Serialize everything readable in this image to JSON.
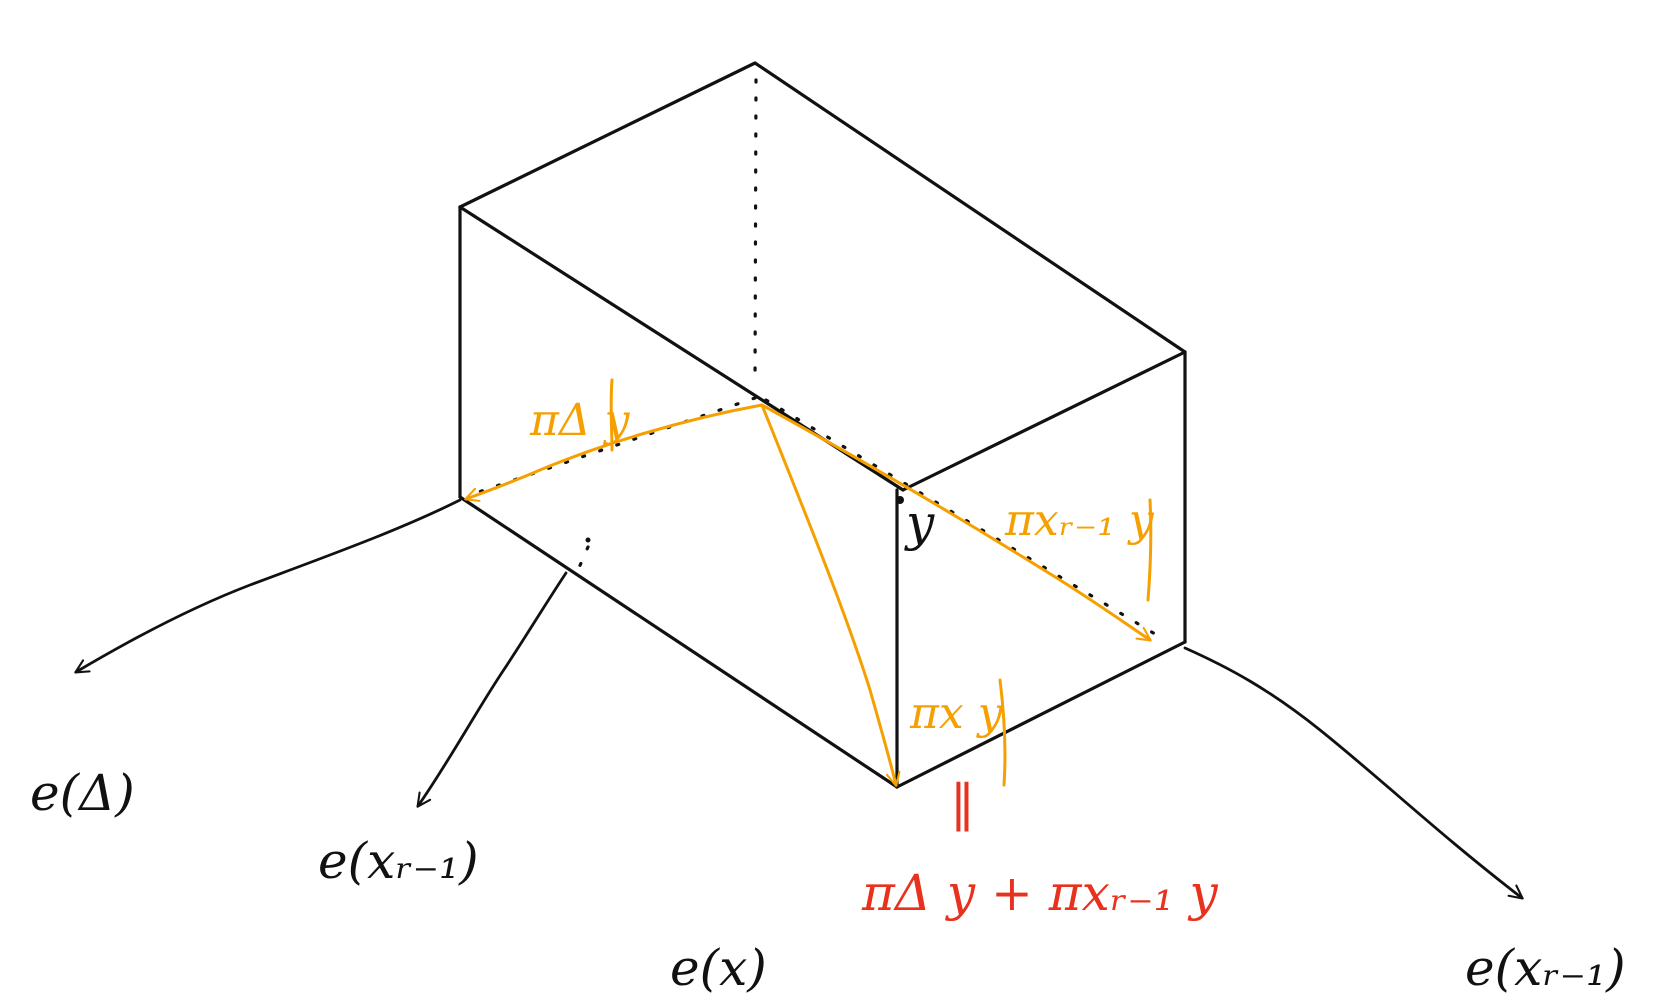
{
  "diagram": {
    "colors": {
      "ink": "#111111",
      "projection": "#f5a000",
      "sum": "#e8321e",
      "background": "#ffffff"
    },
    "axis_labels": {
      "left_axis": "e(Δ)",
      "middle_axis": "e(xᵣ₋₁)",
      "right_axis": "e(xᵣ₋₁)",
      "bottom": "e(x)"
    },
    "vector_labels": {
      "origin_point": "y",
      "proj_left": "πΔ y",
      "proj_right": "πxᵣ₋₁ y",
      "proj_x": "πx y",
      "equals": "‖",
      "sum": "πΔ y + πxᵣ₋₁ y"
    }
  }
}
